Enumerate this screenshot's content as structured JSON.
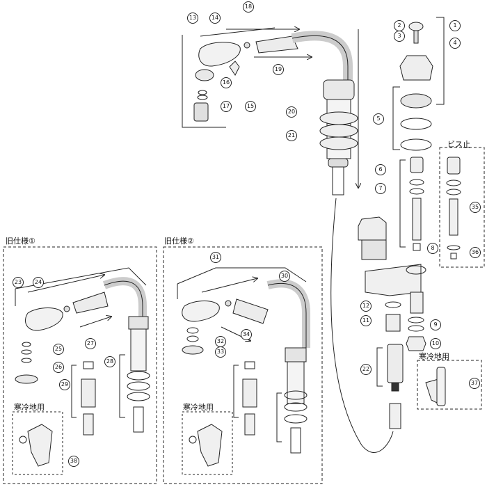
{
  "sections": {
    "old_spec_1": "旧仕様①",
    "old_spec_2": "旧仕様②",
    "screw_stop": "ビス止",
    "cold_region_right": "寒冷地用",
    "cold_region_a": "寒冷地用",
    "cold_region_b": "寒冷地用"
  },
  "parts": [
    "1",
    "2",
    "3",
    "4",
    "5",
    "6",
    "7",
    "8",
    "9",
    "10",
    "11",
    "12",
    "13",
    "14",
    "15",
    "16",
    "17",
    "18",
    "19",
    "20",
    "21",
    "22",
    "23",
    "24",
    "25",
    "26",
    "27",
    "28",
    "29",
    "30",
    "31",
    "32",
    "33",
    "34",
    "35",
    "36",
    "37",
    "38"
  ]
}
